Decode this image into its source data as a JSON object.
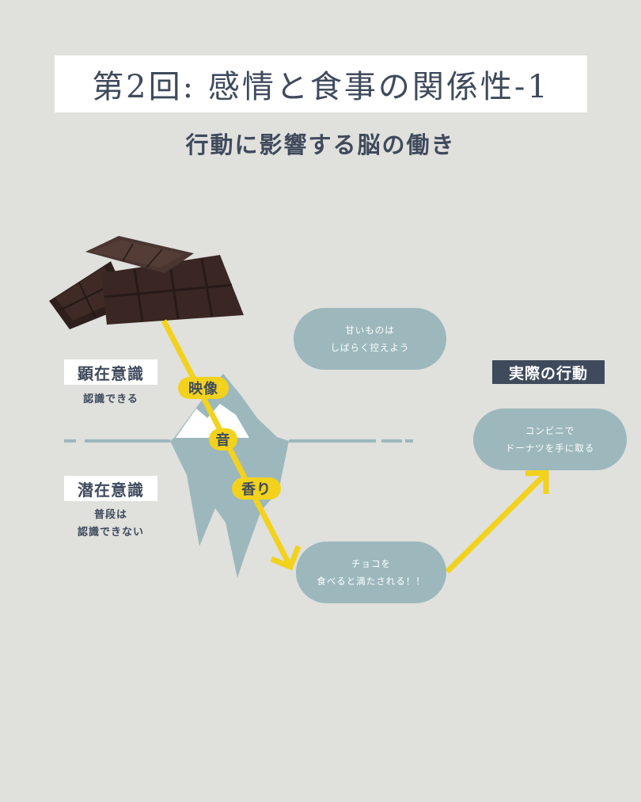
{
  "title": "第2回: 感情と食事の関係性-1",
  "subtitle": "行動に影響する脳の働き",
  "conscious": {
    "label": "顕在意識",
    "desc": "認識できる"
  },
  "subconscious": {
    "label": "潜在意識",
    "desc_line1": "普段は",
    "desc_line2": "認識できない"
  },
  "senses": {
    "visual": "映像",
    "sound": "音",
    "smell": "香り"
  },
  "bubbles": {
    "restraint_line1": "甘いものは",
    "restraint_line2": "しばらく控えよう",
    "satisfaction_line1": "チョコを",
    "satisfaction_line2": "食べると満たされる！！",
    "action_line1": "コンビニで",
    "action_line2": "ドーナツを手に取る"
  },
  "actual_action_label": "実際の行動",
  "colors": {
    "background": "#e0e0dd",
    "navy": "#3f4a5c",
    "pill": "#9cb8bd",
    "arrow": "#f2d21c",
    "chocolate": "#3a2622"
  },
  "icons": {
    "chocolate": "chocolate-bar-image",
    "iceberg": "iceberg-illustration"
  }
}
